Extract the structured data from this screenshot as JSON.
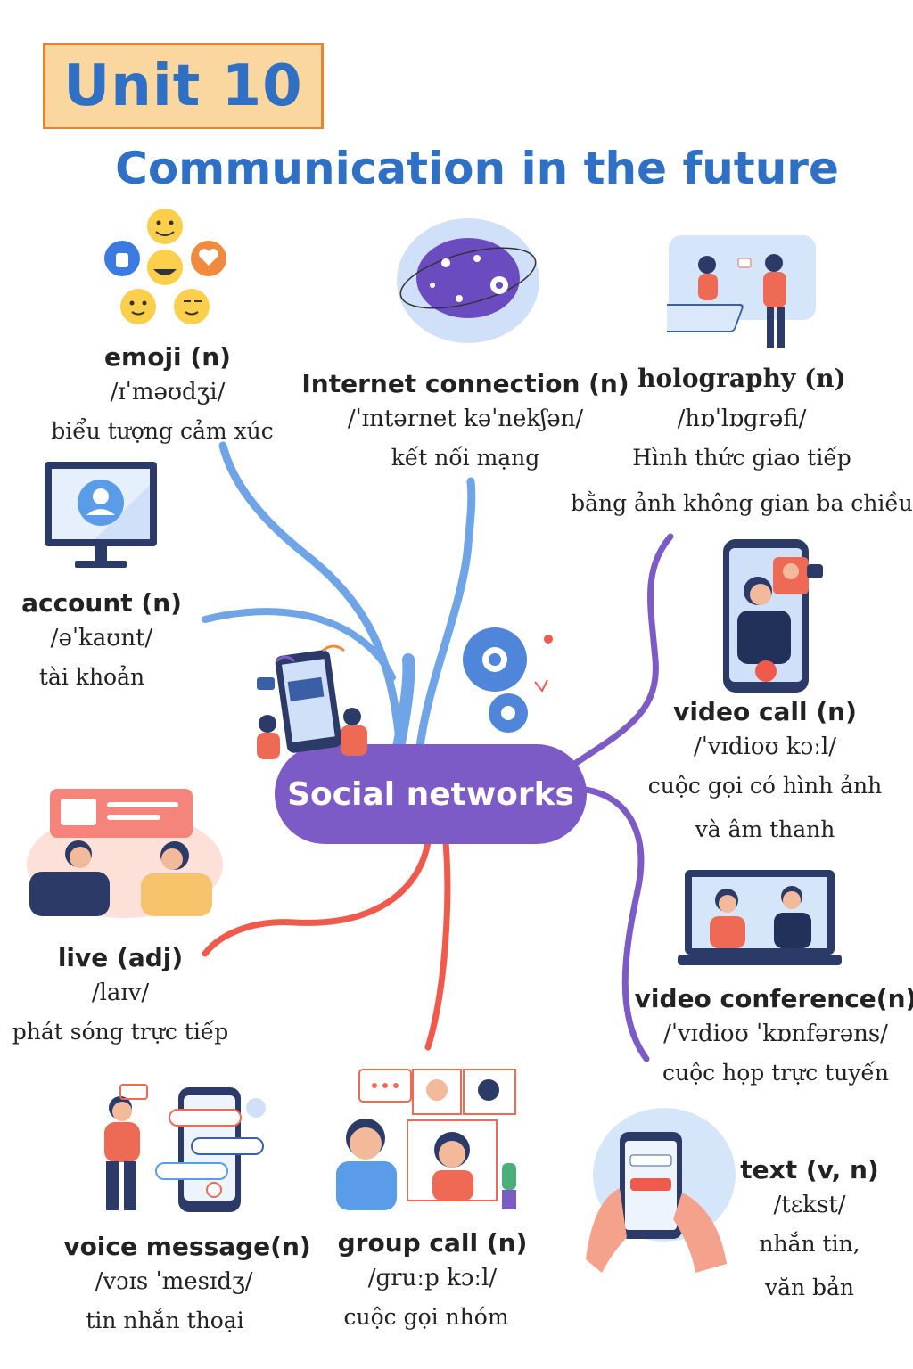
{
  "header": {
    "unit": "Unit 10",
    "title": "Communication in the future"
  },
  "center": {
    "label": "Social networks"
  },
  "colors": {
    "title_blue": "#2f6fc4",
    "unit_box_fill": "#fbd7a0",
    "unit_box_border": "#e6842f",
    "center_purple": "#7d5bc6",
    "branch_blue": "#6fa4e6",
    "branch_purple": "#7d5bc6",
    "branch_red": "#ef5a4d"
  },
  "vocab": [
    {
      "id": "emoji",
      "term": "emoji (n)",
      "ipa": "/ɪˈməʊdʒi/",
      "vi": [
        "biểu tượng cảm xúc"
      ],
      "icon": "emoji-reactions-icon"
    },
    {
      "id": "internet",
      "term": "Internet connection (n)",
      "ipa": "/ˈɪntərnet kəˈnekʃən/",
      "vi": [
        "kết nối mạng"
      ],
      "icon": "globe-network-icon"
    },
    {
      "id": "holography",
      "term": "holography (n)",
      "ipa": "/hɒˈlɒɡrəfi/",
      "vi": [
        "Hình thức giao tiếp",
        "bằng ảnh không gian ba chiều"
      ],
      "icon": "hologram-meeting-icon"
    },
    {
      "id": "account",
      "term": "account (n)",
      "ipa": "/əˈkaʊnt/",
      "vi": [
        "tài khoản"
      ],
      "icon": "monitor-user-icon"
    },
    {
      "id": "video-call",
      "term": "video call (n)",
      "ipa": "/ˈvɪdioʊ kɔːl/",
      "vi": [
        "cuộc gọi có hình ảnh",
        "và âm thanh"
      ],
      "icon": "phone-video-call-icon"
    },
    {
      "id": "live",
      "term": "live (adj)",
      "ipa": "/laɪv/",
      "vi": [
        "phát sóng trực tiếp"
      ],
      "icon": "live-chat-people-icon"
    },
    {
      "id": "video-conference",
      "term": "video conference(n)",
      "ipa": "/ˈvɪdioʊ ˈkɒnfərəns/",
      "vi": [
        "cuộc họp trực tuyến"
      ],
      "icon": "laptop-conference-icon"
    },
    {
      "id": "voice-message",
      "term": "voice message(n)",
      "ipa": "/vɔɪs ˈmesɪdʒ/",
      "vi": [
        "tin nhắn thoại"
      ],
      "icon": "voice-message-person-icon"
    },
    {
      "id": "group-call",
      "term": "group call (n)",
      "ipa": "/ɡruːp kɔːl/",
      "vi": [
        "cuộc gọi nhóm"
      ],
      "icon": "group-call-grid-icon"
    },
    {
      "id": "text",
      "term": "text (v, n)",
      "ipa": "/tɛkst/",
      "vi": [
        "nhắn tin,",
        "văn bản"
      ],
      "icon": "hands-phone-text-icon"
    }
  ]
}
